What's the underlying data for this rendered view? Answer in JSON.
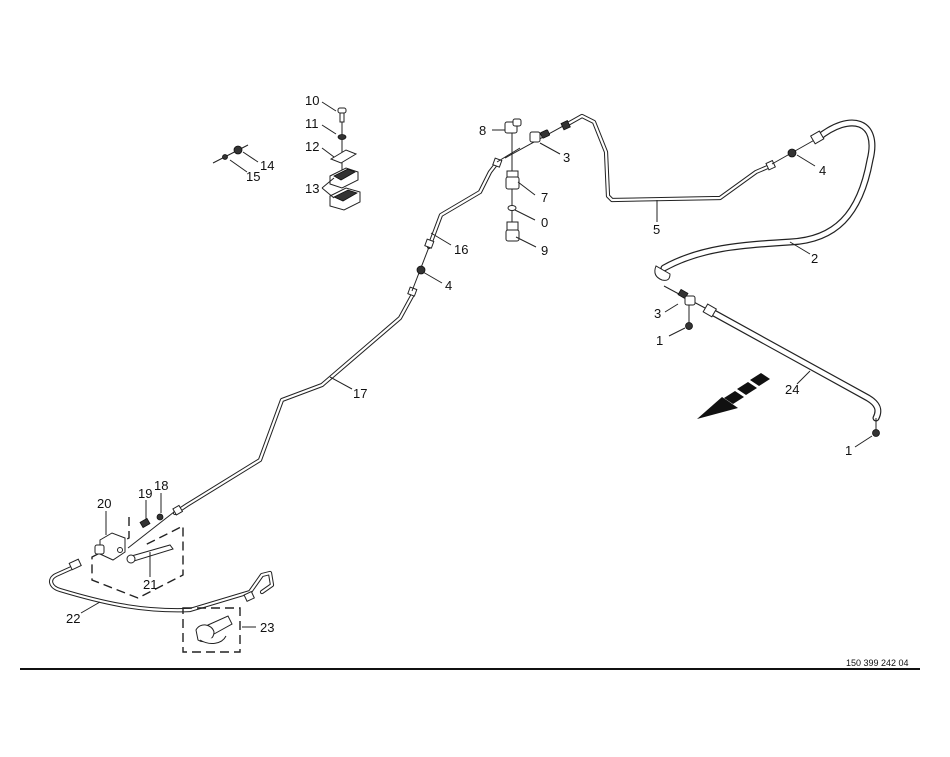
{
  "drawing": {
    "type": "exploded parts diagram",
    "document_number": "150 399 242 04",
    "callouts": [
      {
        "id": "c10",
        "label": "10"
      },
      {
        "id": "c11",
        "label": "11"
      },
      {
        "id": "c12",
        "label": "12"
      },
      {
        "id": "c13",
        "label": "13"
      },
      {
        "id": "c14",
        "label": "14"
      },
      {
        "id": "c15",
        "label": "15"
      },
      {
        "id": "c8",
        "label": "8"
      },
      {
        "id": "c3a",
        "label": "3"
      },
      {
        "id": "c7",
        "label": "7"
      },
      {
        "id": "c0",
        "label": "0"
      },
      {
        "id": "c9",
        "label": "9"
      },
      {
        "id": "c16",
        "label": "16"
      },
      {
        "id": "c4a",
        "label": "4"
      },
      {
        "id": "c5",
        "label": "5"
      },
      {
        "id": "c4b",
        "label": "4"
      },
      {
        "id": "c2",
        "label": "2"
      },
      {
        "id": "c3b",
        "label": "3"
      },
      {
        "id": "c1a",
        "label": "1"
      },
      {
        "id": "c24",
        "label": "24"
      },
      {
        "id": "c1b",
        "label": "1"
      },
      {
        "id": "c17",
        "label": "17"
      },
      {
        "id": "c19",
        "label": "19"
      },
      {
        "id": "c18",
        "label": "18"
      },
      {
        "id": "c20",
        "label": "20"
      },
      {
        "id": "c21",
        "label": "21"
      },
      {
        "id": "c22",
        "label": "22"
      },
      {
        "id": "c23",
        "label": "23"
      }
    ],
    "direction_arrow": "travel-direction-arrow"
  }
}
